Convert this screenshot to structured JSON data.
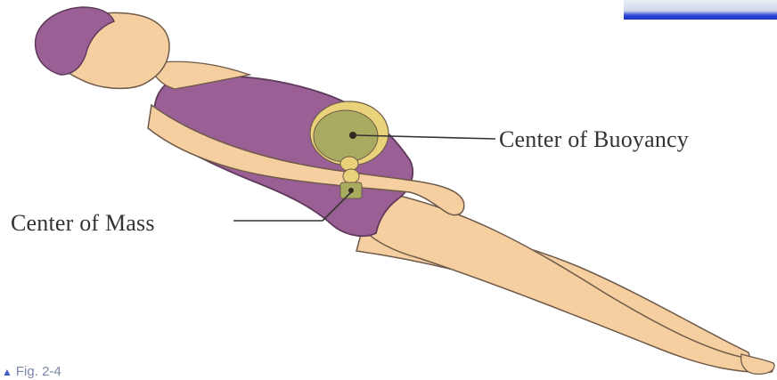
{
  "labels": {
    "center_of_buoyancy": "Center of Buoyancy",
    "center_of_mass": "Center of Mass"
  },
  "caption": {
    "marker": "▲",
    "text": "Fig. 2-4"
  },
  "colors": {
    "skin": "#f6cfa0",
    "suit": "#9a5f94",
    "cap": "#9a5f94",
    "buoyancy_region": "#a9ab61",
    "mass_region": "#e9d27a",
    "outline": "#6e5a4a",
    "label_text": "#333333",
    "accent_bar": "#1c33c4"
  },
  "icons": {
    "caption_marker": "triangle-up-icon"
  }
}
